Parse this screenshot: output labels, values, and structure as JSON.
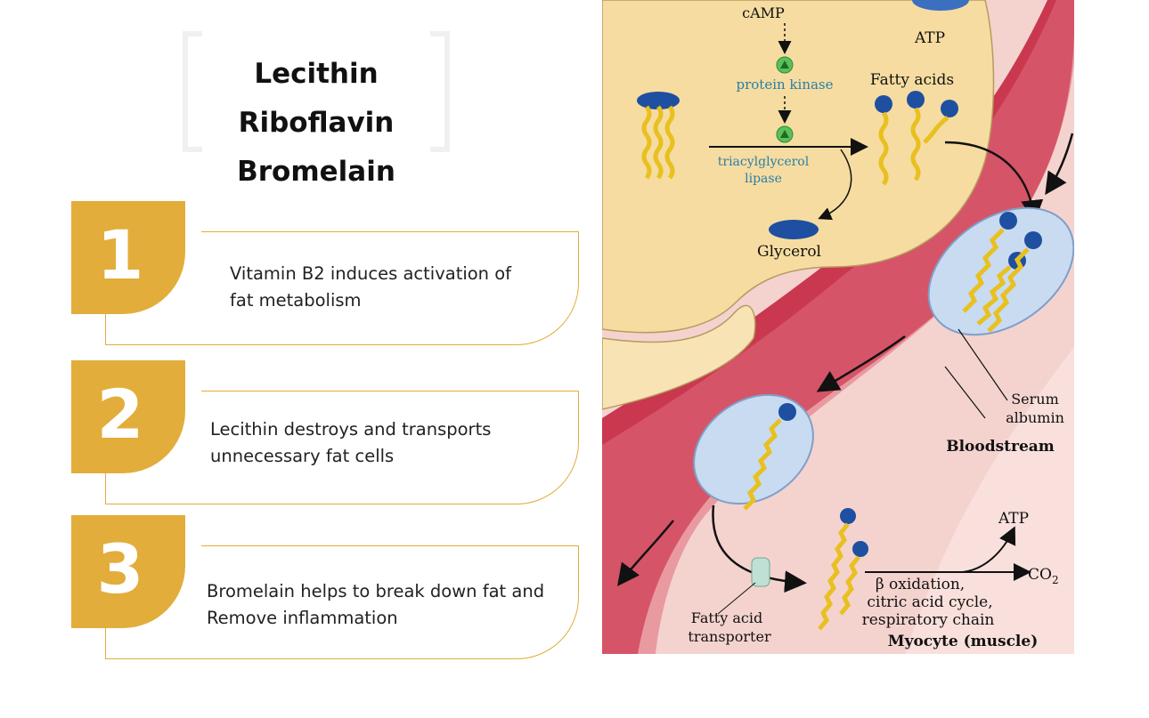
{
  "title": {
    "lines": [
      "Lecithin",
      "Riboflavin",
      "Bromelain"
    ]
  },
  "steps": [
    {
      "number": "1",
      "line1": "Vitamin B2 induces activation of",
      "line2": "fat metabolism"
    },
    {
      "number": "2",
      "line1": "Lecithin destroys and transports",
      "line2": "unnecessary fat cells"
    },
    {
      "number": "3",
      "line1": "Bromelain helps to break down fat and",
      "line2": "Remove inflammation"
    }
  ],
  "diagram": {
    "camp": "cAMP",
    "atp_top": "ATP",
    "protein_kinase": "protein kinase",
    "fatty_acids": "Fatty acids",
    "lipase_line1": "triacylglycerol",
    "lipase_line2": "lipase",
    "glycerol": "Glycerol",
    "serum_line1": "Serum",
    "serum_line2": "albumin",
    "bloodstream": "Bloodstream",
    "atp_bottom": "ATP",
    "co2": "CO",
    "co2_sub": "2",
    "oxidation_line1": "β oxidation,",
    "oxidation_line2": "citric acid cycle,",
    "oxidation_line3": "respiratory chain",
    "transporter_line1": "Fatty acid",
    "transporter_line2": "transporter",
    "myocyte": "Myocyte (muscle)"
  },
  "colors": {
    "accent": "#e2ad3a",
    "adipocyte": "#f6dca0",
    "vessel": "#c9384e",
    "albumin": "#c9dbf0",
    "headgroup": "#1e4fa0",
    "tail": "#e8c020",
    "enzyme_text": "#2a7fa8"
  }
}
